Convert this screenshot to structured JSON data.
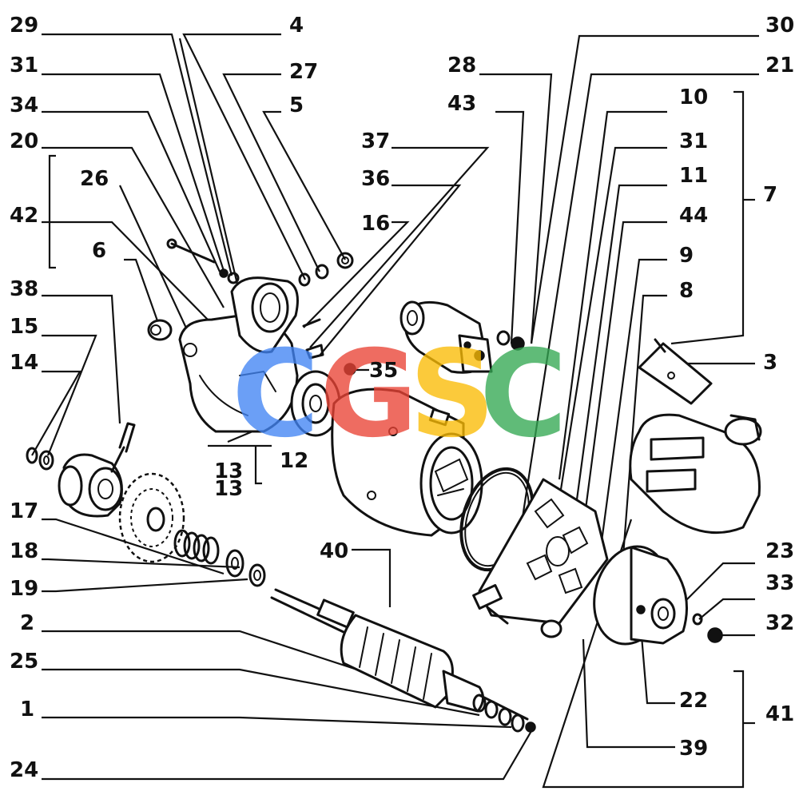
{
  "diagram": {
    "part_numbers": {
      "n29": "29",
      "n4": "4",
      "n31a": "31",
      "n27": "27",
      "n34": "34",
      "n5": "5",
      "n20": "20",
      "n37": "37",
      "n26": "26",
      "n36": "36",
      "n42": "42",
      "n16": "16",
      "n6": "6",
      "n38": "38",
      "n15": "15",
      "n14": "14",
      "n35": "35",
      "n12": "12",
      "n13a": "13",
      "n13b": "13",
      "n17": "17",
      "n18": "18",
      "n19": "19",
      "n2": "2",
      "n25": "25",
      "n1": "1",
      "n24": "24",
      "n40": "40",
      "n28": "28",
      "n43": "43",
      "n30": "30",
      "n21": "21",
      "n10": "10",
      "n31b": "31",
      "n11": "11",
      "n7": "7",
      "n44": "44",
      "n9": "9",
      "n8": "8",
      "n3": "3",
      "n23": "23",
      "n33": "33",
      "n32": "32",
      "n22": "22",
      "n41": "41",
      "n39": "39"
    },
    "watermark": {
      "letters": [
        "C",
        "G",
        "S",
        "C"
      ],
      "colors": [
        "#4285F4",
        "#EA4335",
        "#FBBC05",
        "#34A853"
      ]
    }
  }
}
